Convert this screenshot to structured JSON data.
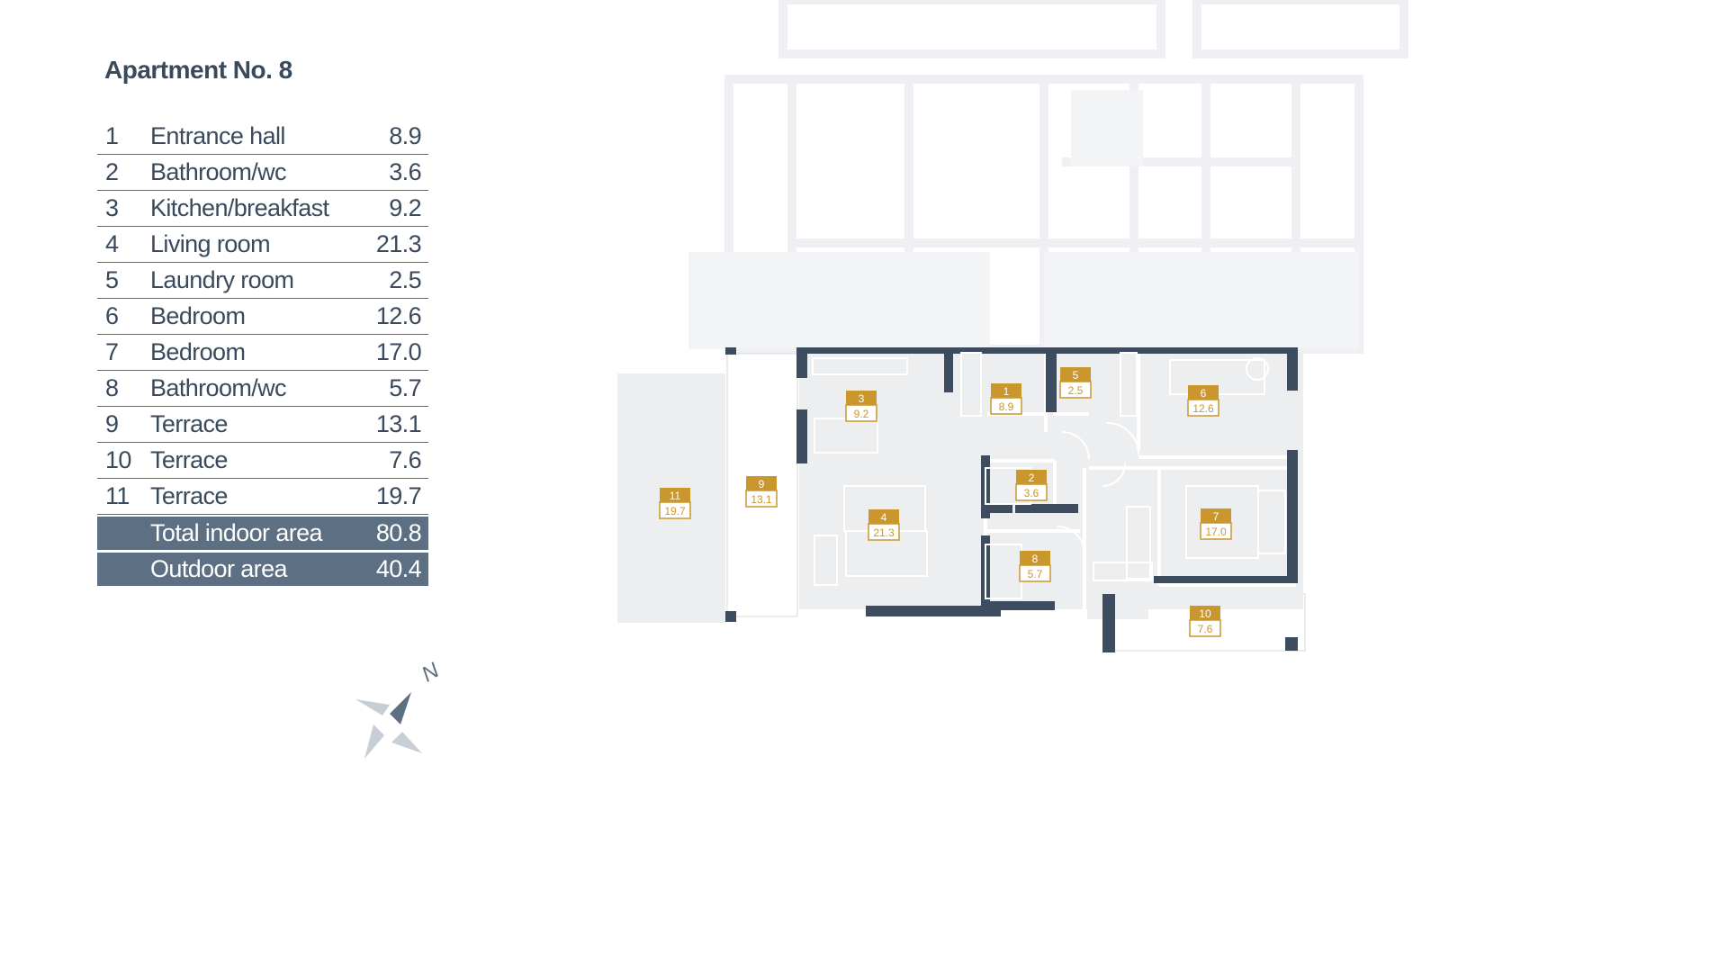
{
  "title": "Apartment No. 8",
  "rooms": [
    {
      "num": "1",
      "name": "Entrance hall",
      "area": "8.9"
    },
    {
      "num": "2",
      "name": "Bathroom/wc",
      "area": "3.6"
    },
    {
      "num": "3",
      "name": "Kitchen/breakfast",
      "area": "9.2"
    },
    {
      "num": "4",
      "name": "Living room",
      "area": "21.3"
    },
    {
      "num": "5",
      "name": "Laundry room",
      "area": "2.5"
    },
    {
      "num": "6",
      "name": "Bedroom",
      "area": "12.6"
    },
    {
      "num": "7",
      "name": "Bedroom",
      "area": "17.0"
    },
    {
      "num": "8",
      "name": "Bathroom/wc",
      "area": "5.7"
    },
    {
      "num": "9",
      "name": "Terrace",
      "area": "13.1"
    },
    {
      "num": "10",
      "name": "Terrace",
      "area": "7.6"
    },
    {
      "num": "11",
      "name": "Terrace",
      "area": "19.7"
    }
  ],
  "summary": {
    "indoor": {
      "name": "Total indoor area",
      "area": "80.8"
    },
    "outdoor": {
      "name": "Outdoor area",
      "area": "40.4"
    }
  },
  "compass": {
    "label": "N"
  },
  "plan_labels": [
    {
      "num": "1",
      "area": "8.9"
    },
    {
      "num": "2",
      "area": "3.6"
    },
    {
      "num": "3",
      "area": "9.2"
    },
    {
      "num": "4",
      "area": "21.3"
    },
    {
      "num": "5",
      "area": "2.5"
    },
    {
      "num": "6",
      "area": "12.6"
    },
    {
      "num": "7",
      "area": "17.0"
    },
    {
      "num": "8",
      "area": "5.7"
    },
    {
      "num": "9",
      "area": "13.1"
    },
    {
      "num": "10",
      "area": "7.6"
    },
    {
      "num": "11",
      "area": "19.7"
    }
  ],
  "colors": {
    "text": "#3a4a5c",
    "wall": "#3d4c5e",
    "summary_bg": "#5d6f82",
    "label_gold": "#c9972e",
    "floor": "#eceef0",
    "ghost": "#f0f2f4"
  }
}
